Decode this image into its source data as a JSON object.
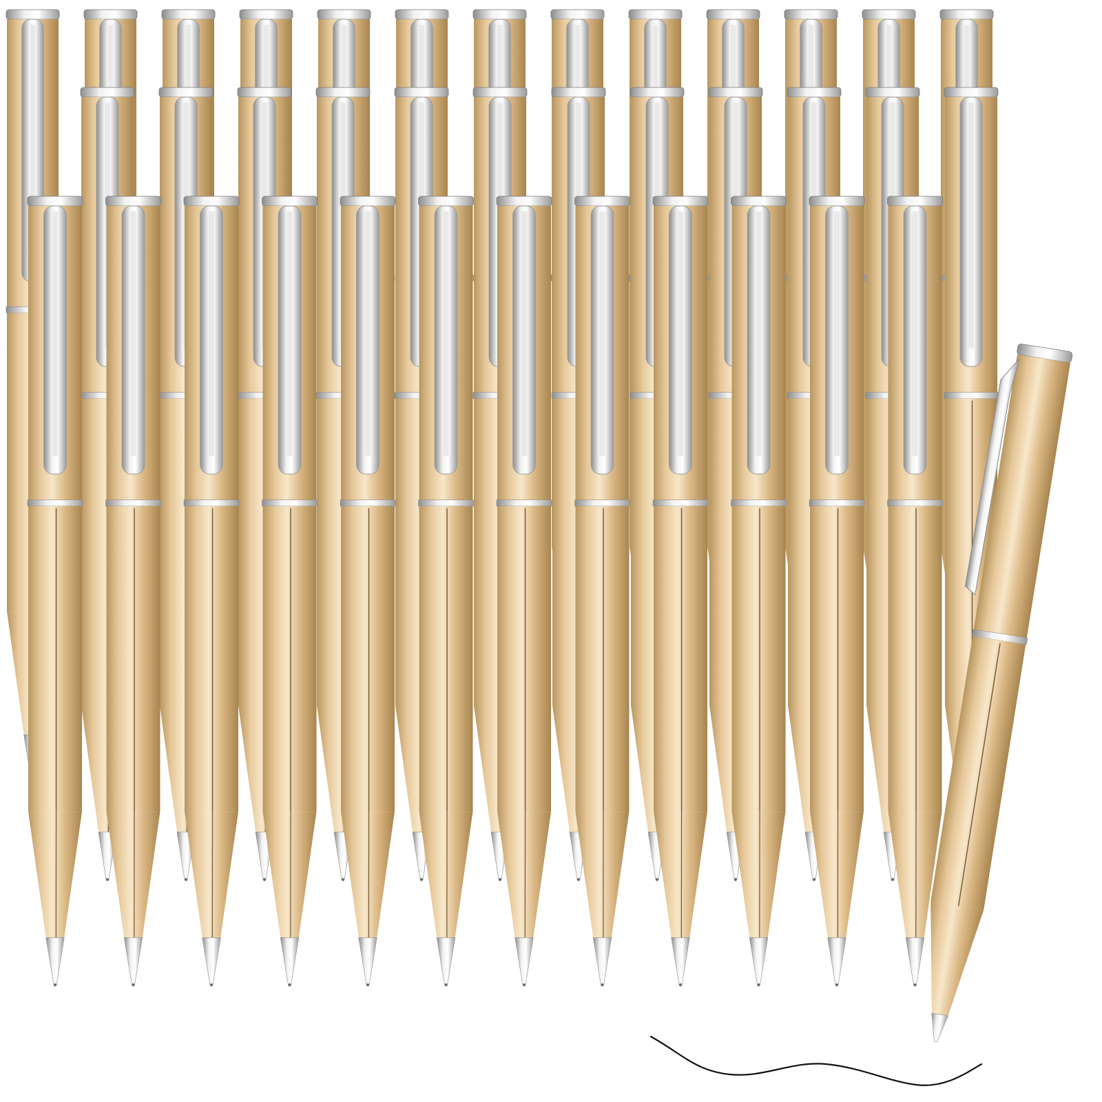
{
  "scene": {
    "subject": "gold-ballpoint-pens",
    "background_color": "#ffffff",
    "rows": [
      {
        "name": "back-row",
        "pen_count": 12
      },
      {
        "name": "middle-row",
        "pen_count": 12
      },
      {
        "name": "front-row",
        "pen_count": 12
      }
    ],
    "extra_pens": [
      {
        "name": "leftmost-partial-pen"
      },
      {
        "name": "tilted-writing-pen"
      }
    ],
    "colors": {
      "gold_dark": "#b8965f",
      "gold_mid": "#e6c89a",
      "gold_light": "#f7e7c9",
      "silver_dark": "#8c8c8c",
      "silver_light": "#f2f2f2",
      "ink": "#111111"
    }
  }
}
